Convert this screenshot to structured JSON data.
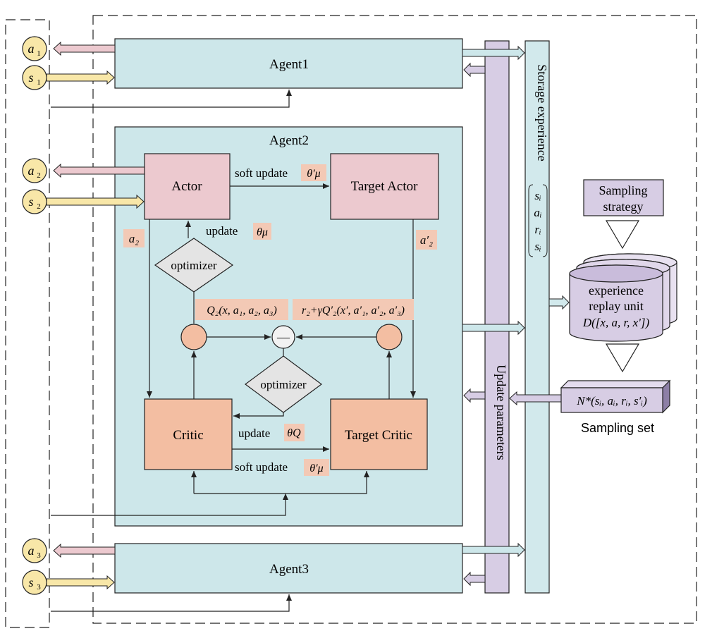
{
  "colors": {
    "agent_fill": "#cde7ea",
    "actor_fill": "#ecc9cf",
    "critic_fill": "#f3bea2",
    "purple_fill": "#d7cde4",
    "circle_fill": "#f8e7a8",
    "storage_fill": "#d2e9ec",
    "badge_fill": "#f3c9b5",
    "stroke": "#222222"
  },
  "agents": {
    "agent1": "Agent1",
    "agent2": "Agent2",
    "agent3": "Agent3"
  },
  "io": {
    "a1": "a",
    "a1_sub": "1",
    "s1": "s",
    "s1_sub": "1",
    "a2": "a",
    "a2_sub": "2",
    "s2": "s",
    "s2_sub": "2",
    "a3": "a",
    "a3_sub": "3",
    "s3": "s",
    "s3_sub": "3"
  },
  "agent2": {
    "actor": "Actor",
    "target_actor": "Target Actor",
    "critic": "Critic",
    "target_critic": "Target Critic",
    "optimizer_top": "optimizer",
    "optimizer_mid": "optimizer",
    "minus": "—",
    "soft_update_actor": "soft update",
    "theta_mu_prime": "θ′μ",
    "update_actor": "update",
    "theta_mu": "θμ",
    "a2_label": "a₂",
    "a2_prime_label": "a′₂",
    "q2": "Q₂(x, a₁, a₂, a₃)",
    "target_q": "r₂+γQ′₂(x′, a′₁, a′₂, a′₃)",
    "update_critic": "update",
    "theta_q": "θQ",
    "soft_update_critic": "soft update",
    "theta_q_prime": "θ′μ"
  },
  "storage": {
    "label": "Storage experience",
    "tuple": [
      "sᵢ",
      "aᵢ",
      "rᵢ",
      "sᵢ"
    ]
  },
  "update_parameters": "Update parameters",
  "sampling_strategy": [
    "Sampling",
    "strategy"
  ],
  "replay_unit": [
    "experience",
    "replay unit",
    "D([x, a, r, x'])"
  ],
  "sampling_set_formula": "N*(sᵢ, aᵢ, rᵢ, s′ᵢ)",
  "sampling_set_label": "Sampling set"
}
